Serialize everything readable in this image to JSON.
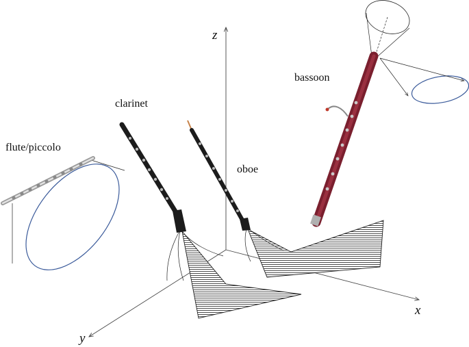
{
  "axes": {
    "x": "x",
    "y": "y",
    "z": "z"
  },
  "instruments": {
    "flute": "flute/piccolo",
    "clarinet": "clarinet",
    "oboe": "oboe",
    "bassoon": "bassoon"
  },
  "colors": {
    "ellipse": "#3a5a9a",
    "bassoon_body": "#7a1f2e",
    "clarinet_body": "#1c1c1c",
    "flute_body": "#c8c8c8"
  }
}
